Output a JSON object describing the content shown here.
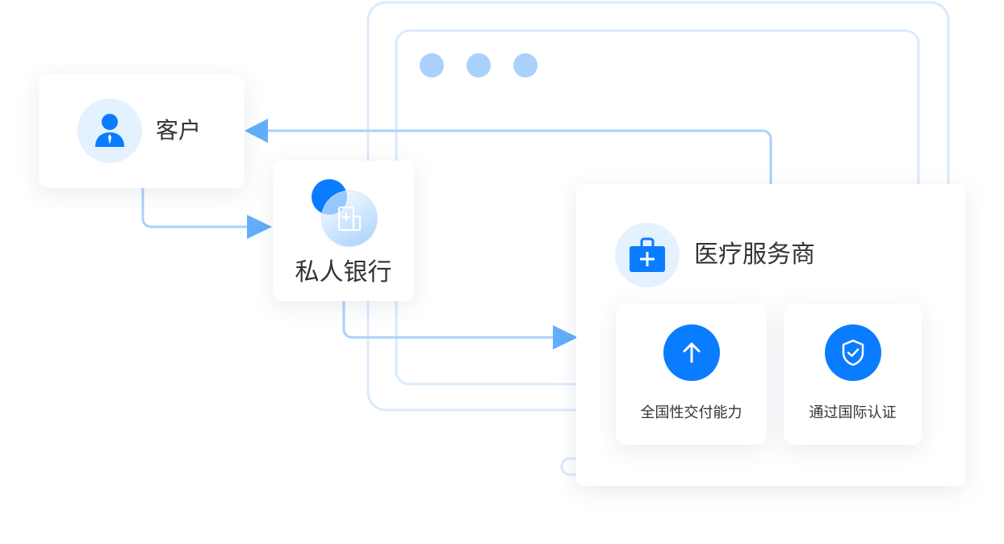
{
  "nodes": {
    "customer": {
      "label": "客户",
      "icon": "user-icon"
    },
    "private_bank": {
      "label": "私人银行",
      "icon": "hospital-building-icon"
    },
    "provider": {
      "label": "医疗服务商",
      "icon": "medical-kit-icon",
      "features": [
        {
          "label": "全国性交付能力",
          "icon": "arrow-up-icon"
        },
        {
          "label": "通过国际认证",
          "icon": "shield-check-icon"
        }
      ]
    }
  },
  "colors": {
    "accent": "#0a7cff",
    "line": "#a9d1fb",
    "arrow": "#62aefb",
    "frame": "#dbeafd",
    "icon_bg": "#e4f1fe"
  }
}
